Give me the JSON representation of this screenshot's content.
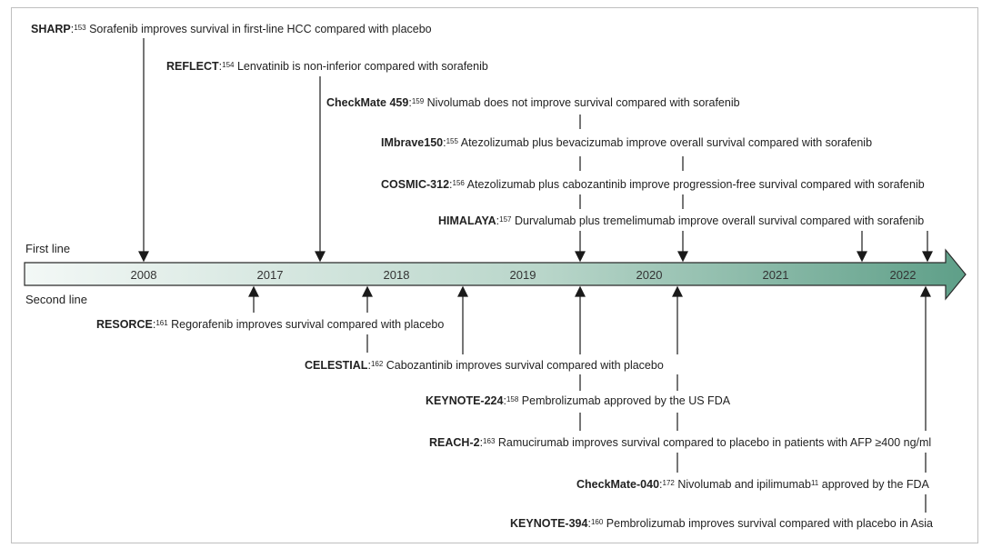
{
  "colors": {
    "arrow_start": "#f3f8f6",
    "arrow_end": "#5e9f88",
    "line": "#1a1a1a"
  },
  "first_line_label": "First line",
  "second_line_label": "Second line",
  "years": [
    "2008",
    "2017",
    "2018",
    "2019",
    "2020",
    "2021",
    "2022"
  ],
  "top_trials": [
    {
      "name": "SHARP",
      "ref": "153",
      "text": "Sorafenib improves survival in first-line HCC compared with placebo"
    },
    {
      "name": "REFLECT",
      "ref": "154",
      "text": "Lenvatinib is non-inferior compared with sorafenib"
    },
    {
      "name": "CheckMate 459",
      "ref": "159",
      "text": "Nivolumab does not improve survival compared with sorafenib"
    },
    {
      "name": "IMbrave150",
      "ref": "155",
      "text": "Atezolizumab plus bevacizumab improve overall survival compared with sorafenib"
    },
    {
      "name": "COSMIC-312",
      "ref": "156",
      "text": "Atezolizumab plus cabozantinib improve progression-free survival compared with sorafenib"
    },
    {
      "name": "HIMALAYA",
      "ref": "157",
      "text": "Durvalumab plus tremelimumab improve overall survival compared with sorafenib"
    }
  ],
  "bottom_trials": [
    {
      "name": "RESORCE",
      "ref": "161",
      "text": "Regorafenib improves survival compared with placebo"
    },
    {
      "name": "CELESTIAL",
      "ref": "162",
      "text": "Cabozantinib improves survival compared with placebo"
    },
    {
      "name": "KEYNOTE-224",
      "ref": "158",
      "text": "Pembrolizumab approved by the US FDA"
    },
    {
      "name": "REACH-2",
      "ref": "163",
      "text": "Ramucirumab improves survival compared to placebo in patients with AFP ≥400 ng/ml"
    },
    {
      "name": "CheckMate-040",
      "ref": "172",
      "text": "Nivolumab and ipilimumab",
      "ref2": "11",
      "text2": "approved by the FDA"
    },
    {
      "name": "KEYNOTE-394",
      "ref": "160",
      "text": "Pembrolizumab improves survival compared with placebo in Asia"
    }
  ]
}
